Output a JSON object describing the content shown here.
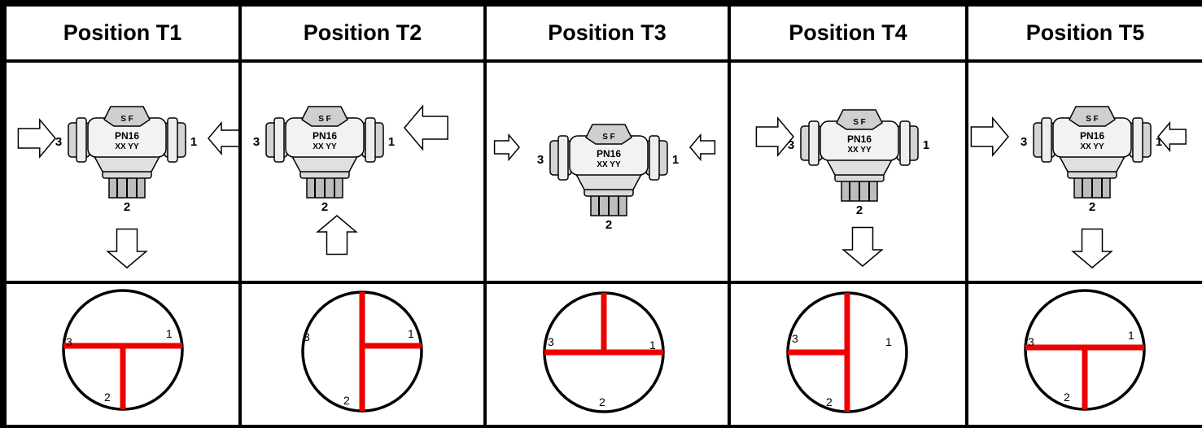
{
  "columns": [
    {
      "title": "Position T1"
    },
    {
      "title": "Position T2"
    },
    {
      "title": "Position T3"
    },
    {
      "title": "Position T4"
    },
    {
      "title": "Position T5"
    }
  ],
  "valve": {
    "cap_text": "SF",
    "pressure_text": "PN16",
    "code_text": "XX YY",
    "port_labels": {
      "left": "3",
      "right": "1",
      "bottom": "2"
    }
  },
  "colors": {
    "flow_path": "#ee0000",
    "outline": "#000000",
    "background": "#ffffff"
  }
}
